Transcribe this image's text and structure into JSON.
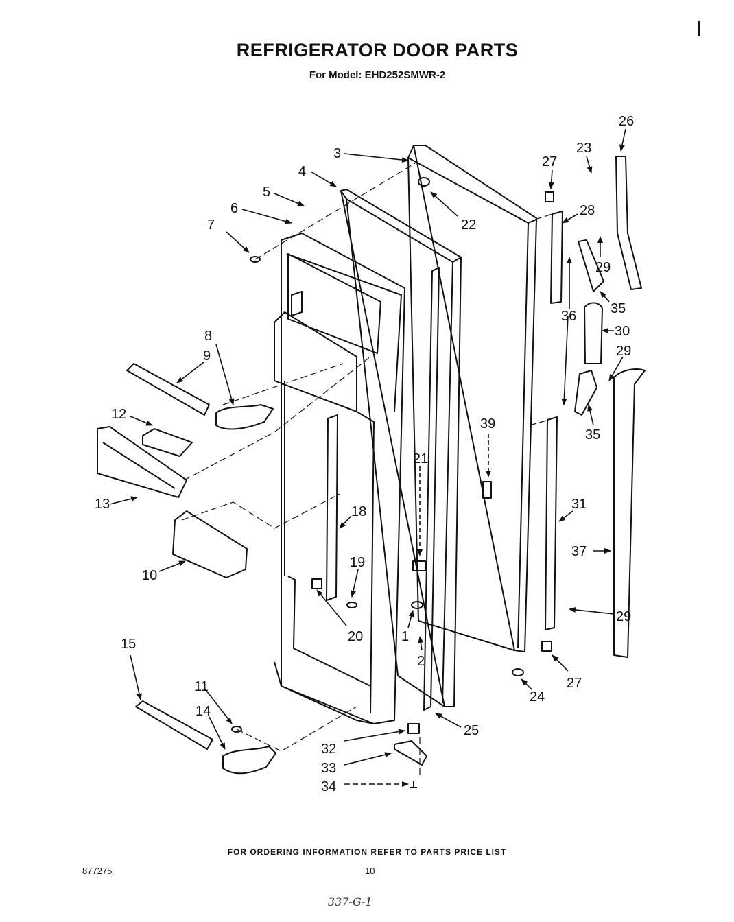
{
  "title": "REFRIGERATOR DOOR PARTS",
  "subtitle": "For Model: EHD252SMWR-2",
  "callouts": {
    "c1": "1",
    "c2": "2",
    "c3": "3",
    "c4": "4",
    "c5": "5",
    "c6": "6",
    "c7": "7",
    "c8": "8",
    "c9": "9",
    "c10": "10",
    "c11": "11",
    "c12": "12",
    "c13": "13",
    "c14": "14",
    "c15": "15",
    "c18": "18",
    "c19": "19",
    "c20": "20",
    "c21": "21",
    "c22": "22",
    "c23": "23",
    "c24": "24",
    "c25": "25",
    "c26": "26",
    "c27a": "27",
    "c27b": "27",
    "c28": "28",
    "c29a": "29",
    "c29b": "29",
    "c29c": "29",
    "c30": "30",
    "c31": "31",
    "c32": "32",
    "c33": "33",
    "c34": "34",
    "c35a": "35",
    "c35b": "35",
    "c36": "36",
    "c37": "37",
    "c39": "39"
  },
  "footer": {
    "ordering_note": "FOR ORDERING INFORMATION REFER TO PARTS PRICE LIST",
    "doc_number": "877275",
    "page_number": "10",
    "handwritten": "337-G-1"
  }
}
